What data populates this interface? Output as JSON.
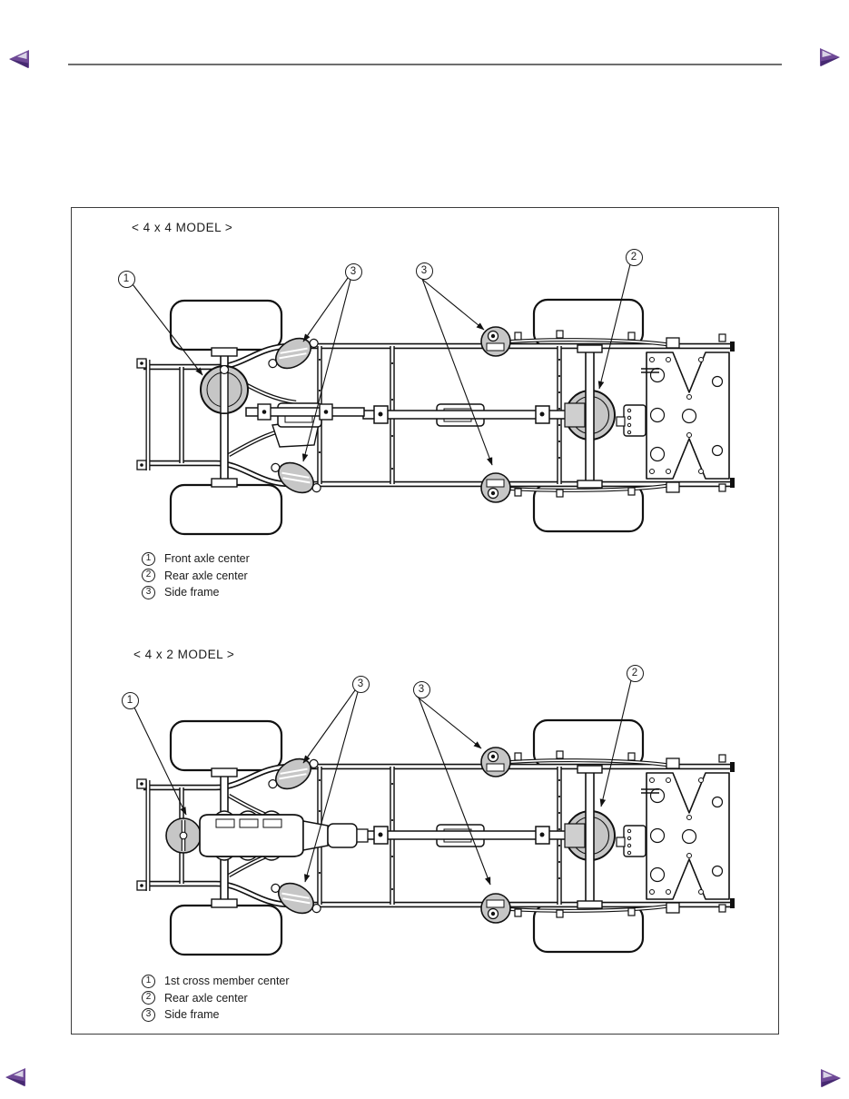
{
  "theme": {
    "arrow_color": "#6f4a97",
    "arrow_highlight": "#d9d3e6",
    "arrow_shadow": "#472a72",
    "rule_color": "#6e6e6e",
    "line_color": "#111111",
    "shade_color": "#c6c6c6"
  },
  "icons": {
    "prev": "nav-prev-arrow-icon",
    "next": "nav-next-arrow-icon"
  },
  "sections": [
    {
      "title": "< 4 x 4 MODEL >",
      "callouts": [
        {
          "n": "1"
        },
        {
          "n": "3"
        },
        {
          "n": "3"
        },
        {
          "n": "2"
        }
      ],
      "legend": [
        {
          "n": "1",
          "label": "Front axle center"
        },
        {
          "n": "2",
          "label": "Rear axle center"
        },
        {
          "n": "3",
          "label": "Side frame"
        }
      ]
    },
    {
      "title": "< 4 x 2 MODEL >",
      "callouts": [
        {
          "n": "1"
        },
        {
          "n": "3"
        },
        {
          "n": "3"
        },
        {
          "n": "2"
        }
      ],
      "legend": [
        {
          "n": "1",
          "label": "1st cross member center"
        },
        {
          "n": "2",
          "label": "Rear axle center"
        },
        {
          "n": "3",
          "label": "Side frame"
        }
      ]
    }
  ]
}
